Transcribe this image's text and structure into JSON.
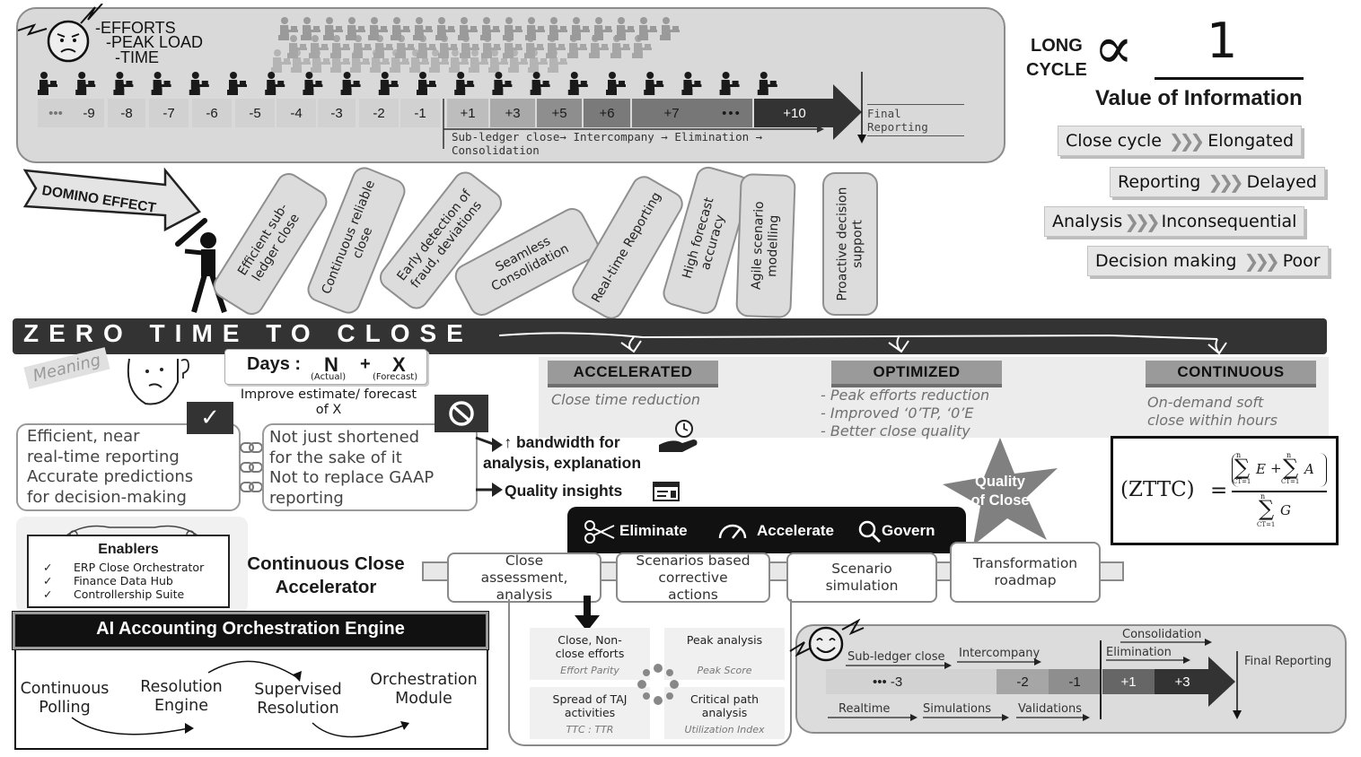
{
  "timeline": {
    "efforts": [
      "-EFFORTS",
      "-PEAK LOAD",
      "-TIME"
    ],
    "days_before": [
      "•••",
      "-9",
      "-8",
      "-7",
      "-6",
      "-5",
      "-4",
      "-3",
      "-2",
      "-1"
    ],
    "days_after": [
      "+1",
      "+3",
      "+5",
      "+6",
      "+7",
      "•••",
      "+10"
    ],
    "final_reporting": "Final Reporting",
    "flow_text": "Sub-ledger close→ Intercompany → Elimination → Consolidation"
  },
  "formula": {
    "long_cycle": [
      "LONG",
      "CYCLE"
    ],
    "proportional": "∝",
    "numerator": "1",
    "denominator": "Value of Information"
  },
  "consequences": [
    {
      "left": "Close cycle",
      "right": "Elongated"
    },
    {
      "left": "Reporting",
      "right": "Delayed"
    },
    {
      "left": "Analysis",
      "right": "Inconsequential"
    },
    {
      "left": "Decision making",
      "right": "Poor"
    }
  ],
  "domino_label": "DOMINO EFFECT",
  "dominoes": [
    "Efficient sub-\nledger close",
    "Continuous reliable\nclose",
    "Early detection of\nfraud, deviations",
    "Seamless\nConsolidation",
    "Real-time Reporting",
    "High forecast\naccuracy",
    "Agile scenario\nmodelling",
    "Proactive decision\nsupport"
  ],
  "zttc": {
    "title": "ZERO TIME TO CLOSE",
    "phases": [
      {
        "label": "ACCELERATED",
        "lines": [
          "Close time reduction"
        ]
      },
      {
        "label": "OPTIMIZED",
        "lines": [
          "-  Peak efforts reduction",
          "-  Improved ‘0’TP, ‘0’E",
          "-  Better close quality"
        ]
      },
      {
        "label": "CONTINUOUS",
        "lines": [
          "On-demand soft",
          "close within hours"
        ]
      }
    ]
  },
  "meaning": {
    "label": "Meaning",
    "days_label": "Days :",
    "n": "N",
    "plus": "+",
    "x": "X",
    "n_sub": "(Actual)",
    "x_sub": "(Forecast)",
    "improve": "Improve estimate/ forecast\nof X",
    "check_lines": [
      "Efficient, near",
      "real-time reporting",
      "Accurate predictions",
      "for decision-making"
    ],
    "not_lines": [
      "Not just shortened",
      "for the sake of it",
      "Not to replace GAAP",
      "reporting"
    ],
    "outcome1": "↑ bandwidth for\nanalysis, explanation",
    "outcome2": "Quality insights"
  },
  "quality_star": "Quality\nof Close",
  "equation": {
    "lhs": "(ZTTC)",
    "equals": "=",
    "sum": "∑",
    "sum_upper": "n",
    "sum_lower": "CT=1",
    "e": "E",
    "a": "A",
    "g": "G",
    "plus": "+"
  },
  "enablers": {
    "title": "Enablers",
    "items": [
      "ERP Close Orchestrator",
      "Finance Data Hub",
      "Controllership Suite"
    ]
  },
  "cca": {
    "title": "Continuous Close\nAccelerator",
    "actions": [
      "Eliminate",
      "Accelerate",
      "Govern"
    ],
    "scrolls": [
      "Close\nassessment,\nanalysis",
      "Scenarios based\ncorrective\nactions",
      "Scenario\nsimulation",
      "Transformation\nroadmap"
    ],
    "grid": [
      {
        "main": "Close, Non-\nclose efforts",
        "sub": "Effort Parity"
      },
      {
        "main": "Peak analysis",
        "sub": "Peak Score"
      },
      {
        "main": "Spread of TAJ\nactivities",
        "sub": "TTC : TTR"
      },
      {
        "main": "Critical path\nanalysis",
        "sub": "Utilization Index"
      }
    ]
  },
  "ai_engine": {
    "title": "AI Accounting Orchestration Engine",
    "steps": [
      "Continuous\nPolling",
      "Resolution\nEngine",
      "Supervised\nResolution",
      "Orchestration\nModule"
    ]
  },
  "bottom_timeline": {
    "top_labels": [
      "Sub-ledger close",
      "Intercompany",
      "Consolidation",
      "Elimination"
    ],
    "cells": [
      "•••  -3",
      "-2",
      "-1",
      "+1",
      "+3"
    ],
    "final_reporting": "Final Reporting",
    "bottom_labels": [
      "Realtime",
      "Simulations",
      "Validations"
    ]
  },
  "colors": {
    "dark": "#333333",
    "mid": "#8c8c8c",
    "light": "#d9d9d9",
    "accent": "#6a6a6a"
  }
}
